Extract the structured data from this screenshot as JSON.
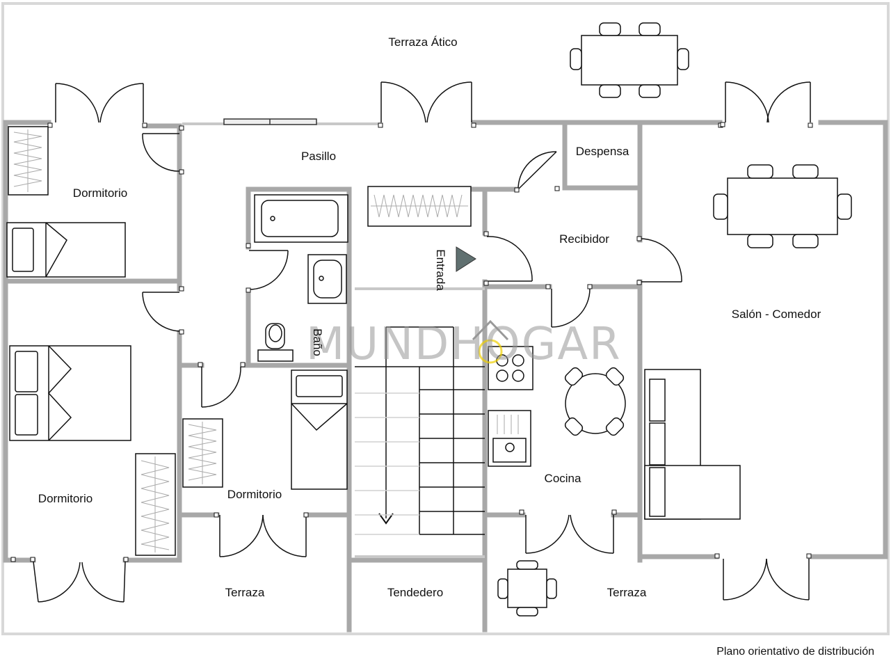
{
  "rooms": {
    "terraza_atico": "Terraza Ático",
    "pasillo": "Pasillo",
    "despensa": "Despensa",
    "dormitorio_1": "Dormitorio",
    "recibidor": "Recibidor",
    "entrada": "Entrada",
    "bano": "Baño",
    "salon_comedor": "Salón - Comedor",
    "dormitorio_2": "Dormitorio",
    "dormitorio_3": "Dormitorio",
    "cocina": "Cocina",
    "terraza_1": "Terraza",
    "tendedero": "Tendedero",
    "terraza_2": "Terraza"
  },
  "watermark": "MUNDHOGAR",
  "caption": "Plano orientativo de distribución",
  "colors": {
    "wall": "#a8a8a8",
    "line": "#111111",
    "watermark": "#999999",
    "accent": "#f0d000"
  }
}
